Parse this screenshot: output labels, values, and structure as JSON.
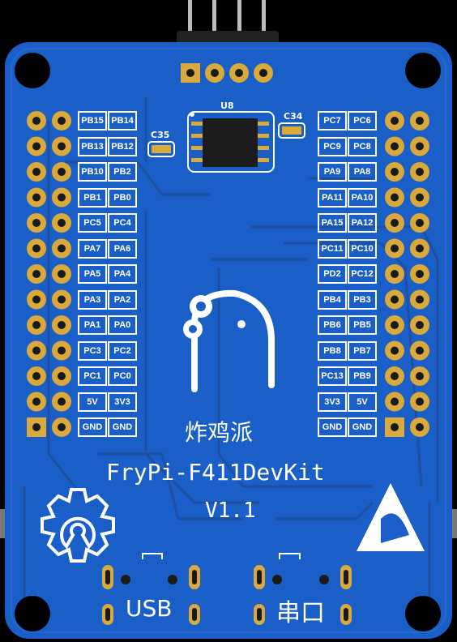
{
  "board": {
    "title_cn": "炸鸡派",
    "model": "FryPi-F411DevKit",
    "version": "V1.1",
    "usb_label": "USB",
    "uart_label": "串口",
    "chip_label": "U8",
    "cap_left": "C35",
    "cap_right": "C34"
  },
  "left_pins": [
    [
      "PB15",
      "PB14"
    ],
    [
      "PB13",
      "PB12"
    ],
    [
      "PB10",
      "PB2"
    ],
    [
      "PB1",
      "PB0"
    ],
    [
      "PC5",
      "PC4"
    ],
    [
      "PA7",
      "PA6"
    ],
    [
      "PA5",
      "PA4"
    ],
    [
      "PA3",
      "PA2"
    ],
    [
      "PA1",
      "PA0"
    ],
    [
      "PC3",
      "PC2"
    ],
    [
      "PC1",
      "PC0"
    ],
    [
      "5V",
      "3V3"
    ],
    [
      "GND",
      "GND"
    ]
  ],
  "right_pins": [
    [
      "PC7",
      "PC6"
    ],
    [
      "PC9",
      "PC8"
    ],
    [
      "PA9",
      "PA8"
    ],
    [
      "PA11",
      "PA10"
    ],
    [
      "PA15",
      "PA12"
    ],
    [
      "PC11",
      "PC10"
    ],
    [
      "PD2",
      "PC12"
    ],
    [
      "PB4",
      "PB3"
    ],
    [
      "PB6",
      "PB5"
    ],
    [
      "PB8",
      "PB7"
    ],
    [
      "PC13",
      "PB9"
    ],
    [
      "3V3",
      "5V"
    ],
    [
      "GND",
      "GND"
    ]
  ],
  "colors": {
    "pcb": "#1a5fc8",
    "trace": "#1d4fa3",
    "silk": "#ffffff",
    "gold": "#d9a93b"
  }
}
